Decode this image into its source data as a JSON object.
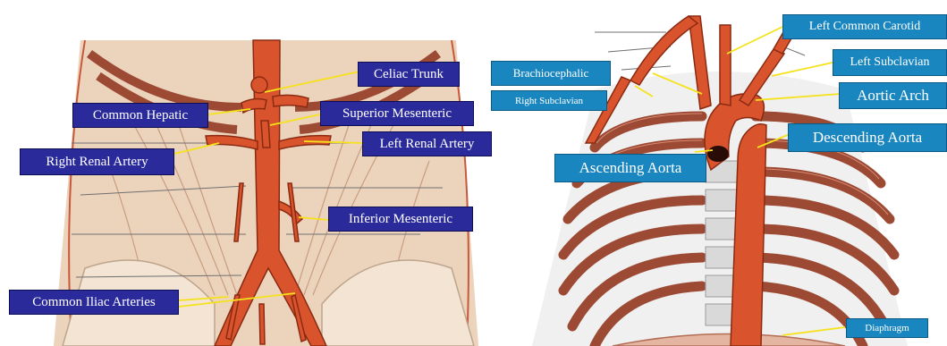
{
  "left_diagram": {
    "labels": [
      {
        "key": "celiac",
        "text": "Celiac Trunk"
      },
      {
        "key": "common_hepatic",
        "text": "Common Hepatic"
      },
      {
        "key": "superior_mesenteric",
        "text": "Superior Mesenteric"
      },
      {
        "key": "left_renal",
        "text": "Left Renal Artery"
      },
      {
        "key": "right_renal",
        "text": "Right Renal Artery"
      },
      {
        "key": "inferior_mesenteric",
        "text": "Inferior Mesenteric"
      },
      {
        "key": "common_iliac",
        "text": "Common Iliac Arteries"
      }
    ]
  },
  "right_diagram": {
    "labels": [
      {
        "key": "left_common_carotid",
        "text": "Left Common Carotid"
      },
      {
        "key": "left_subclavian",
        "text": "Left Subclavian"
      },
      {
        "key": "brachiocephalic",
        "text": "Brachiocephalic"
      },
      {
        "key": "right_subclavian",
        "text": "Right Subclavian"
      },
      {
        "key": "aortic_arch",
        "text": "Aortic Arch"
      },
      {
        "key": "descending_aorta",
        "text": "Descending Aorta"
      },
      {
        "key": "ascending_aorta",
        "text": "Ascending Aorta"
      },
      {
        "key": "diaphragm",
        "text": "Diaphragm"
      }
    ]
  },
  "colors": {
    "artery": "#d9542c",
    "artery_outline": "#8a2a12",
    "muscle": "#e9c8ad",
    "rib": "#9c4a34",
    "label_navy": "#2a2a9a",
    "label_teal": "#1a86bf",
    "pointer_line": "#f5e21a"
  }
}
